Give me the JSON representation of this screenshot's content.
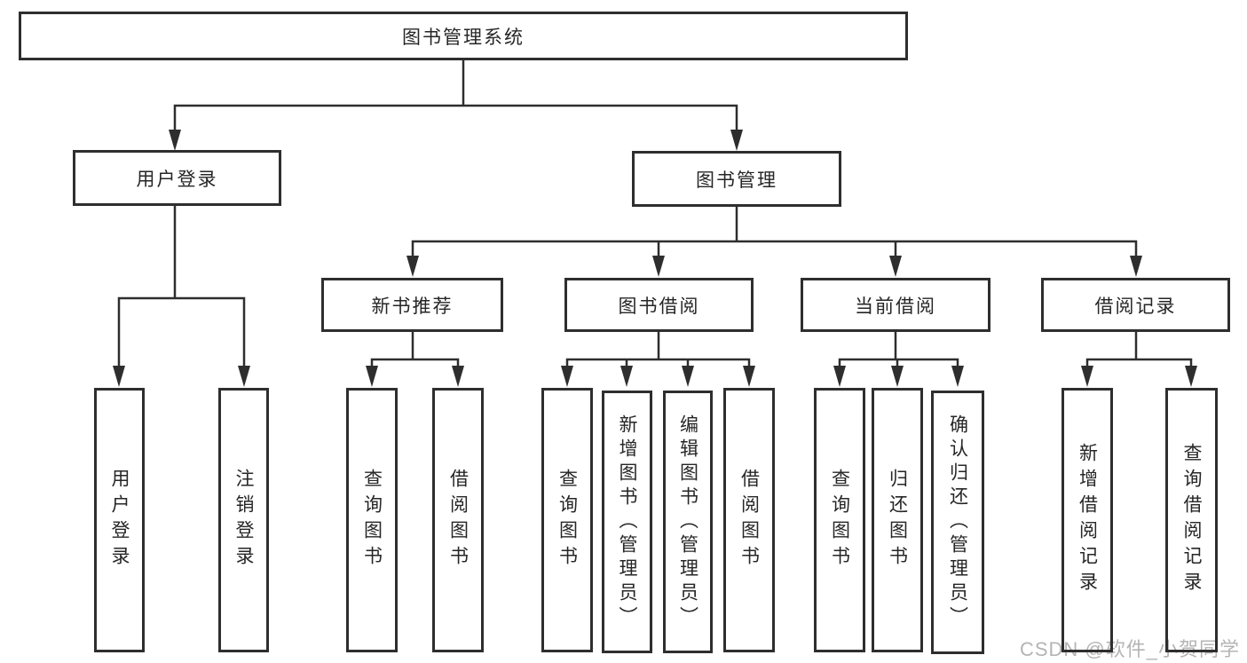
{
  "diagram": {
    "title": "图书管理系统",
    "nodes": {
      "root": {
        "label": "图书管理系统"
      },
      "user_login": {
        "label": "用户登录"
      },
      "book_mgmt": {
        "label": "图书管理"
      },
      "new_book_rec": {
        "label": "新书推荐"
      },
      "book_borrow": {
        "label": "图书借阅"
      },
      "current_borrow": {
        "label": "当前借阅"
      },
      "borrow_records": {
        "label": "借阅记录"
      },
      "leaf_user_login": {
        "label": "用户登录"
      },
      "leaf_logout": {
        "label": "注销登录"
      },
      "leaf_query_book_rec": {
        "label": "查询图书"
      },
      "leaf_borrow_book_rec": {
        "label": "借阅图书"
      },
      "leaf_query_book_borrow": {
        "label": "查询图书"
      },
      "leaf_add_book_admin": {
        "label": "新增图书（管理员）"
      },
      "leaf_edit_book_admin": {
        "label": "编辑图书（管理员）"
      },
      "leaf_borrow_book_borrow": {
        "label": "借阅图书"
      },
      "leaf_query_book_current": {
        "label": "查询图书"
      },
      "leaf_return_book": {
        "label": "归还图书"
      },
      "leaf_confirm_return_admin": {
        "label": "确认归还（管理员）"
      },
      "leaf_add_borrow_record": {
        "label": "新增借阅记录"
      },
      "leaf_query_borrow_record": {
        "label": "查询借阅记录"
      }
    }
  },
  "watermark": {
    "text": "CSDN @软件_小贺同学"
  },
  "colors": {
    "line": "#2e2e2e",
    "text": "#262626",
    "background": "#ffffff",
    "watermark": "#b4b4b4"
  }
}
